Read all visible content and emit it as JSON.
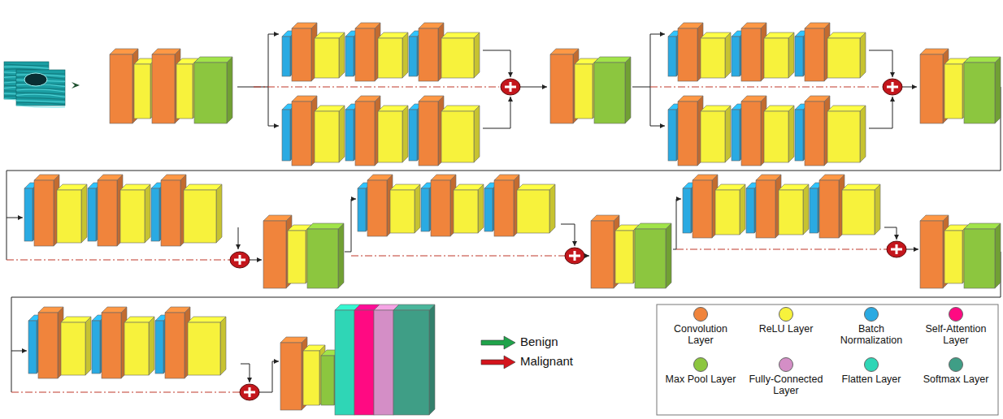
{
  "diagram": {
    "labels": [
      "Benign",
      "Malignant"
    ],
    "legend": [
      {
        "text": "Convolution Layer",
        "color": "#f0843c"
      },
      {
        "text": "ReLU Layer",
        "color": "#f7f23c"
      },
      {
        "text": "Batch Normalization",
        "color": "#2aaae2"
      },
      {
        "text": "Self-Attention Layer",
        "color": "#ff0a82"
      },
      {
        "text": "Max Pool Layer",
        "color": "#8cc63f"
      },
      {
        "text": "Fully-Connected Layer",
        "color": "#d48ec6"
      },
      {
        "text": "Flatten Layer",
        "color": "#2fd6b6"
      },
      {
        "text": "Softmax Layer",
        "color": "#3f9e86"
      }
    ]
  }
}
